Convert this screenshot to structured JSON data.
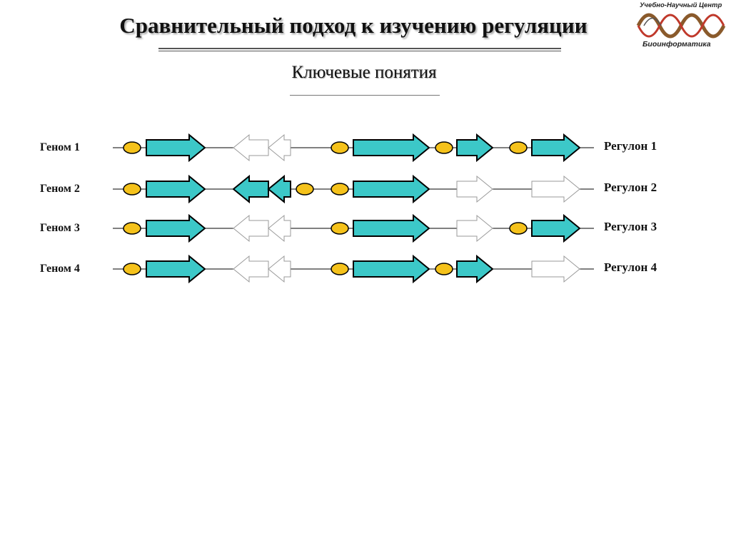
{
  "header": {
    "title": "Сравнительный подход к изучению регуляции",
    "subtitle": "Ключевые понятия"
  },
  "logo": {
    "top_text": "Учебно-Научный Центр",
    "bottom_text": "Биоинформатика"
  },
  "colors": {
    "gene_regulated": "#3cc8c8",
    "gene_unregulated": "#ffffff",
    "site": "#f5c21b",
    "outline": "#000000"
  },
  "rows": [
    {
      "genome": "Геном 1",
      "regulon": "Регулон 1",
      "elements": [
        {
          "kind": "site",
          "slot": "s1",
          "present": true
        },
        {
          "kind": "gene",
          "slot": "g1",
          "dir": "right",
          "regulated": true
        },
        {
          "kind": "gene",
          "slot": "g2",
          "dir": "left",
          "regulated": false
        },
        {
          "kind": "gene",
          "slot": "g3",
          "dir": "left",
          "regulated": false
        },
        {
          "kind": "site",
          "slot": "s3",
          "present": true
        },
        {
          "kind": "gene",
          "slot": "g4",
          "dir": "right",
          "regulated": true
        },
        {
          "kind": "site",
          "slot": "s4",
          "present": true
        },
        {
          "kind": "gene",
          "slot": "g5",
          "dir": "right",
          "regulated": true
        },
        {
          "kind": "site",
          "slot": "s5",
          "present": true
        },
        {
          "kind": "gene",
          "slot": "g6",
          "dir": "right",
          "regulated": true
        }
      ]
    },
    {
      "genome": "Геном 2",
      "regulon": "Регулон 2",
      "elements": [
        {
          "kind": "site",
          "slot": "s1",
          "present": true
        },
        {
          "kind": "gene",
          "slot": "g1",
          "dir": "right",
          "regulated": true
        },
        {
          "kind": "gene",
          "slot": "g2",
          "dir": "left",
          "regulated": true
        },
        {
          "kind": "gene",
          "slot": "g3",
          "dir": "left",
          "regulated": true
        },
        {
          "kind": "site",
          "slot": "s2",
          "present": true
        },
        {
          "kind": "site",
          "slot": "s3",
          "present": true
        },
        {
          "kind": "gene",
          "slot": "g4",
          "dir": "right",
          "regulated": true
        },
        {
          "kind": "gene",
          "slot": "g5",
          "dir": "right",
          "regulated": false
        },
        {
          "kind": "gene",
          "slot": "g6",
          "dir": "right",
          "regulated": false
        }
      ]
    },
    {
      "genome": "Геном 3",
      "regulon": "Регулон 3",
      "elements": [
        {
          "kind": "site",
          "slot": "s1",
          "present": true
        },
        {
          "kind": "gene",
          "slot": "g1",
          "dir": "right",
          "regulated": true
        },
        {
          "kind": "gene",
          "slot": "g2",
          "dir": "left",
          "regulated": false
        },
        {
          "kind": "gene",
          "slot": "g3",
          "dir": "left",
          "regulated": false
        },
        {
          "kind": "site",
          "slot": "s3",
          "present": true
        },
        {
          "kind": "gene",
          "slot": "g4",
          "dir": "right",
          "regulated": true
        },
        {
          "kind": "gene",
          "slot": "g5",
          "dir": "right",
          "regulated": false
        },
        {
          "kind": "site",
          "slot": "s5",
          "present": true
        },
        {
          "kind": "gene",
          "slot": "g6",
          "dir": "right",
          "regulated": true
        }
      ]
    },
    {
      "genome": "Геном 4",
      "regulon": "Регулон 4",
      "elements": [
        {
          "kind": "site",
          "slot": "s1",
          "present": true
        },
        {
          "kind": "gene",
          "slot": "g1",
          "dir": "right",
          "regulated": true
        },
        {
          "kind": "gene",
          "slot": "g2",
          "dir": "left",
          "regulated": false
        },
        {
          "kind": "gene",
          "slot": "g3",
          "dir": "left",
          "regulated": false
        },
        {
          "kind": "site",
          "slot": "s3",
          "present": true
        },
        {
          "kind": "gene",
          "slot": "g4",
          "dir": "right",
          "regulated": true
        },
        {
          "kind": "site",
          "slot": "s4",
          "present": true
        },
        {
          "kind": "gene",
          "slot": "g5",
          "dir": "right",
          "regulated": true
        },
        {
          "kind": "gene",
          "slot": "g6",
          "dir": "right",
          "regulated": false
        }
      ]
    }
  ]
}
